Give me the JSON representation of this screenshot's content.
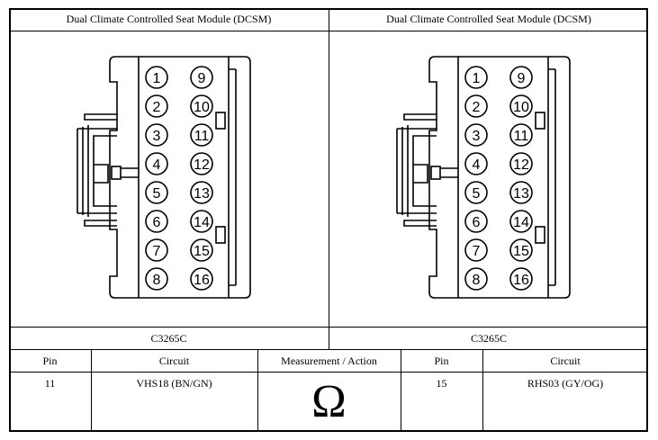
{
  "panels": [
    {
      "title": "Dual Climate Controlled Seat Module (DCSM)",
      "connector_id": "C3265C"
    },
    {
      "title": "Dual Climate Controlled Seat Module (DCSM)",
      "connector_id": "C3265C"
    }
  ],
  "connector": {
    "left_column_pins": [
      "1",
      "2",
      "3",
      "4",
      "5",
      "6",
      "7",
      "8"
    ],
    "right_column_pins": [
      "9",
      "10",
      "11",
      "12",
      "13",
      "14",
      "15",
      "16"
    ]
  },
  "table": {
    "headers": {
      "pin_a": "Pin",
      "circuit_a": "Circuit",
      "measurement": "Measurement / Action",
      "pin_b": "Pin",
      "circuit_b": "Circuit"
    },
    "row": {
      "pin_a": "11",
      "circuit_a": "VHS18 (BN/GN)",
      "measurement_symbol": "Ω",
      "pin_b": "15",
      "circuit_b": "RHS03 (GY/OG)"
    }
  }
}
